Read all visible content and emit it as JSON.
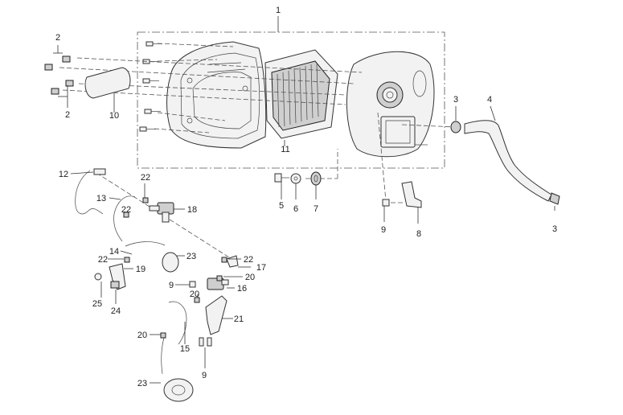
{
  "callouts": {
    "c1": "1",
    "c2a": "2",
    "c2b": "2",
    "c3a": "3",
    "c3b": "3",
    "c4": "4",
    "c5": "5",
    "c6": "6",
    "c7": "7",
    "c8": "8",
    "c9a": "9",
    "c9b": "9",
    "c9c": "9",
    "c10": "10",
    "c11": "11",
    "c12": "12",
    "c13": "13",
    "c14": "14",
    "c15": "15",
    "c16": "16",
    "c17": "17",
    "c18": "18",
    "c19": "19",
    "c20a": "20",
    "c20b": "20",
    "c20c": "20",
    "c21": "21",
    "c22a": "22",
    "c22b": "22",
    "c22c": "22",
    "c22d": "22",
    "c23a": "23",
    "c23b": "23",
    "c24": "24",
    "c25": "25"
  }
}
